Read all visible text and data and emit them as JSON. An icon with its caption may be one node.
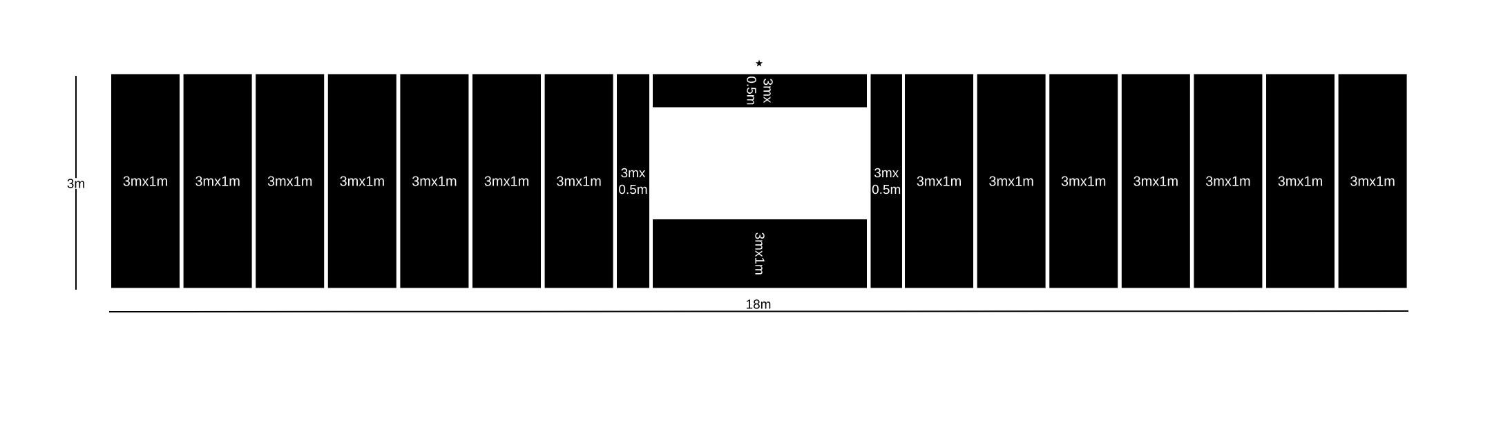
{
  "diagram": {
    "nodes": [
      {
        "text": [
          "3mx1m"
        ]
      },
      {
        "text": [
          "3mx1m"
        ]
      },
      {
        "text": [
          "3mx1m"
        ]
      },
      {
        "text": [
          "3mx1m"
        ]
      },
      {
        "text": [
          "3mx1m"
        ]
      },
      {
        "text": [
          "3mx1m"
        ]
      },
      {
        "text": [
          "3mx1m"
        ]
      },
      {
        "text": [
          "3mx 0.5m"
        ]
      },
      {
        "text": [
          "3mx 0.5m"
        ]
      },
      {
        "text": [
          "3mx1m"
        ]
      },
      {
        "text": [
          "3mx 0.5m"
        ]
      },
      {
        "text": [
          "3mx1m"
        ]
      },
      {
        "text": [
          "3mx1m"
        ]
      },
      {
        "text": [
          "3mx1m"
        ]
      },
      {
        "text": [
          "3mx1m"
        ]
      },
      {
        "text": [
          "3mx1m"
        ]
      },
      {
        "text": [
          "3mx1m"
        ]
      },
      {
        "text": [
          "3mx1m"
        ]
      }
    ],
    "labels": [
      "3m",
      "18m"
    ]
  }
}
